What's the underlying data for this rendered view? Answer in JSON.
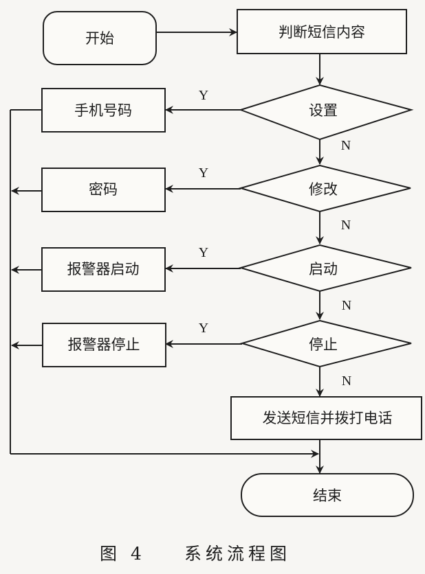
{
  "figure": {
    "caption_number": "图 4",
    "caption_title": "系统流程图"
  },
  "nodes": {
    "start": "开始",
    "judge": "判断短信内容",
    "decision_set": "设置",
    "action_phone": "手机号码",
    "decision_modify": "修改",
    "action_password": "密码",
    "decision_start": "启动",
    "action_alarm_start": "报警器启动",
    "decision_stop": "停止",
    "action_alarm_stop": "报警器停止",
    "action_send": "发送短信并拨打电话",
    "end": "结束"
  },
  "labels": {
    "yes": "Y",
    "no": "N"
  }
}
